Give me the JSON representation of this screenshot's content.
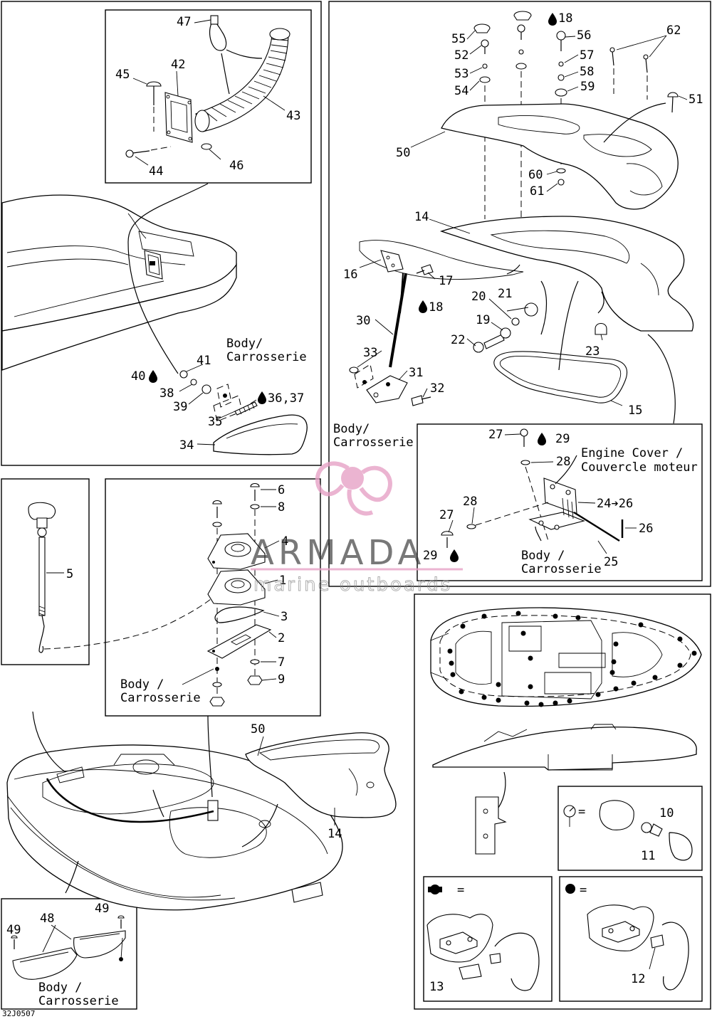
{
  "watermark": {
    "brand": "ARMADA",
    "tagline": "marine outboards",
    "color": "#e7a2c6"
  },
  "drawing_code": "32J0507",
  "captions": {
    "body_carrosserie": [
      "Body/",
      "Carrosserie"
    ],
    "body_carrosserie_spaced": [
      "Body /",
      "Carrosserie"
    ],
    "engine_cover": [
      "Engine Cover /",
      "Couvercle moteur"
    ]
  },
  "part_labels": {
    "p1": "1",
    "p2": "2",
    "p3": "3",
    "p4": "4",
    "p5": "5",
    "p6": "6",
    "p7": "7",
    "p8": "8",
    "p9": "9",
    "p10": "10",
    "p11": "11",
    "p12": "12",
    "p13": "13",
    "p14": "14",
    "p15": "15",
    "p16": "16",
    "p17": "17",
    "p18": "18",
    "p19": "19",
    "p20": "20",
    "p21": "21",
    "p22": "22",
    "p23": "23",
    "p24_26": "24➔26",
    "p25": "25",
    "p26": "26",
    "p27": "27",
    "p28": "28",
    "p29": "29",
    "p30": "30",
    "p31": "31",
    "p32": "32",
    "p33": "33",
    "p34": "34",
    "p35": "35",
    "p36_37": "36,37",
    "p38": "38",
    "p39": "39",
    "p40": "40",
    "p41": "41",
    "p42": "42",
    "p43": "43",
    "p44": "44",
    "p45": "45",
    "p46": "46",
    "p47": "47",
    "p48": "48",
    "p49": "49",
    "p50": "50",
    "p51": "51",
    "p52": "52",
    "p53": "53",
    "p54": "54",
    "p55": "55",
    "p56": "56",
    "p57": "57",
    "p58": "58",
    "p59": "59",
    "p60": "60",
    "p61": "61",
    "p62": "62"
  },
  "legend": {
    "equals": "="
  },
  "icons": {
    "thread_locker": "drop-icon",
    "logo": "propeller-icon"
  }
}
